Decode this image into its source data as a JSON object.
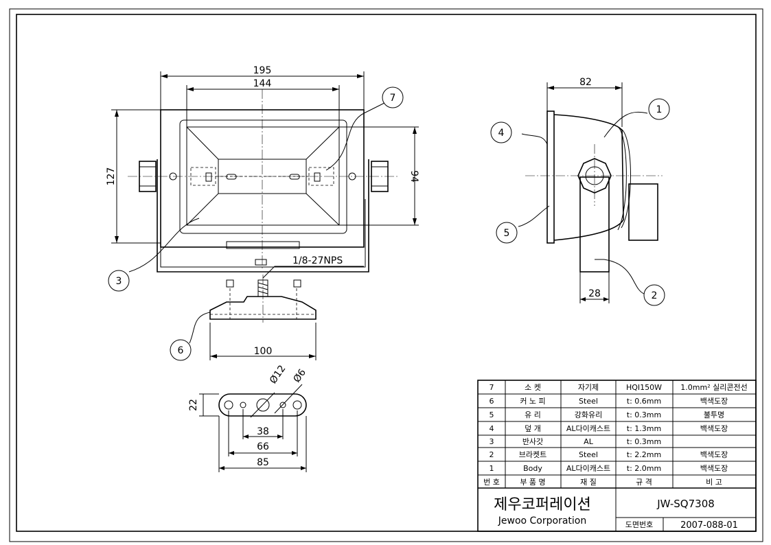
{
  "dimensions": {
    "front_width_outer": "195",
    "front_width_inner": "144",
    "front_height_outer": "127",
    "front_height_inner": "94",
    "side_depth": "82",
    "side_bracket_width": "28",
    "base_length": "100",
    "thread_spec": "1/8-27NPS",
    "plate_height": "22",
    "hole_dia_large": "Ø12",
    "hole_dia_small": "Ø6",
    "plate_hole_spacing_inner": "38",
    "plate_hole_spacing_mid": "66",
    "plate_length": "85"
  },
  "balloons": [
    "1",
    "2",
    "3",
    "4",
    "5",
    "6",
    "7"
  ],
  "parts_table": {
    "rows": [
      {
        "no": "7",
        "name": "소 켓",
        "material": "자기제",
        "spec": "HQI150W",
        "remark": "1.0mm² 실리콘전선"
      },
      {
        "no": "6",
        "name": "커 노 피",
        "material": "Steel",
        "spec": "t: 0.6mm",
        "remark": "백색도장"
      },
      {
        "no": "5",
        "name": "유 리",
        "material": "강화유리",
        "spec": "t: 0.3mm",
        "remark": "불투명"
      },
      {
        "no": "4",
        "name": "덮 개",
        "material": "AL다이캐스트",
        "spec": "t: 1.3mm",
        "remark": "백색도장"
      },
      {
        "no": "3",
        "name": "반사갓",
        "material": "AL",
        "spec": "t: 0.3mm",
        "remark": ""
      },
      {
        "no": "2",
        "name": "브라켓트",
        "material": "Steel",
        "spec": "t: 2.2mm",
        "remark": "백색도장"
      },
      {
        "no": "1",
        "name": "Body",
        "material": "AL다이캐스트",
        "spec": "t: 2.0mm",
        "remark": "백색도장"
      }
    ],
    "header": {
      "no": "번 호",
      "name": "부 품 명",
      "material": "재 질",
      "spec": "규 격",
      "remark": "비 고"
    }
  },
  "title_block": {
    "company_ko": "제우코퍼레이션",
    "company_en": "Jewoo Corporation",
    "model": "JW-SQ7308",
    "drawing_no_label": "도면번호",
    "drawing_no": "2007-088-01"
  }
}
